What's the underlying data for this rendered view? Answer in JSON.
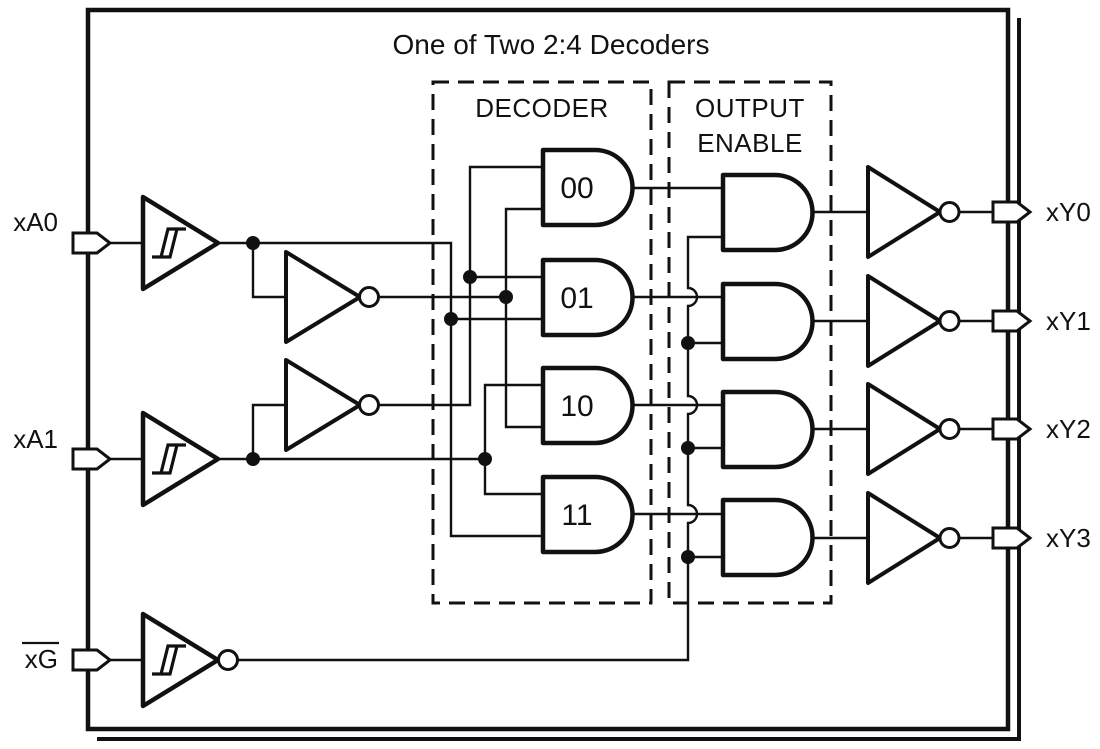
{
  "title": "One of Two 2:4 Decoders",
  "sections": {
    "decoder": {
      "label": "DECODER",
      "gates": [
        "00",
        "01",
        "10",
        "11"
      ]
    },
    "output_enable": {
      "label_line1": "OUTPUT",
      "label_line2": "ENABLE"
    }
  },
  "inputs": [
    {
      "label": "xA0",
      "overline": false
    },
    {
      "label": "xA1",
      "overline": false
    },
    {
      "label": "xG",
      "overline": true
    }
  ],
  "outputs": [
    {
      "label": "xY0"
    },
    {
      "label": "xY1"
    },
    {
      "label": "xY2"
    },
    {
      "label": "xY3"
    }
  ],
  "colors": {
    "ink": "#111111",
    "background": "#ffffff"
  }
}
